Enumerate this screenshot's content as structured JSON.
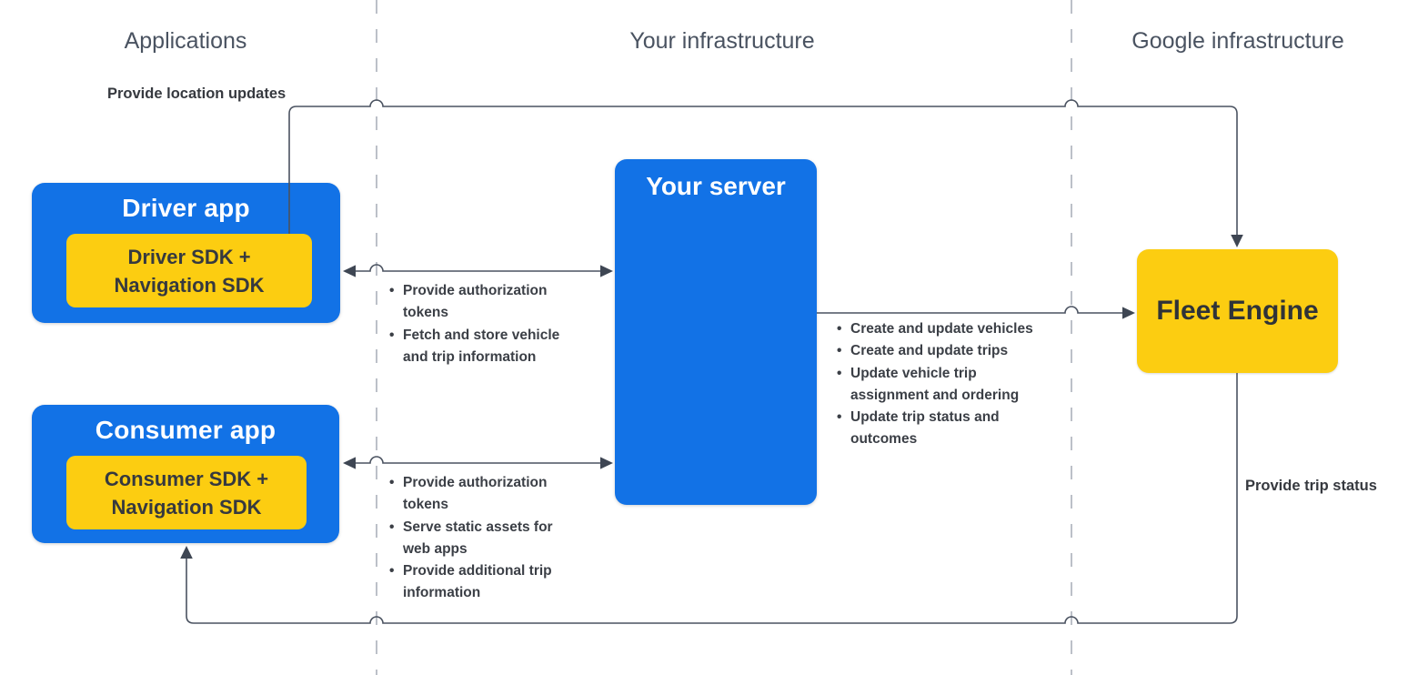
{
  "columns": {
    "applications": "Applications",
    "your_infrastructure": "Your infrastructure",
    "google_infrastructure": "Google infrastructure"
  },
  "nodes": {
    "driver_app": {
      "title": "Driver app",
      "sdk": "Driver SDK + Navigation SDK"
    },
    "consumer_app": {
      "title": "Consumer app",
      "sdk": "Consumer SDK + Navigation SDK"
    },
    "your_server": {
      "title": "Your server"
    },
    "fleet_engine": {
      "title": "Fleet Engine"
    }
  },
  "connectors": {
    "driver_to_fleet": {
      "label": "Provide location updates"
    },
    "fleet_to_consumer": {
      "label": "Provide trip status"
    },
    "driver_server": {
      "bullets": [
        "Provide authorization tokens",
        "Fetch and store vehicle and trip information"
      ]
    },
    "consumer_server": {
      "bullets": [
        "Provide authorization tokens",
        "Serve static assets for web apps",
        "Provide additional trip information"
      ]
    },
    "server_fleet": {
      "bullets": [
        "Create and update vehicles",
        "Create and update trips",
        "Update vehicle trip assignment and ordering",
        "Update trip status and outcomes"
      ]
    }
  },
  "ui": {
    "bullet_char": "•"
  },
  "colors": {
    "node_blue": "#1272e6",
    "node_yellow": "#fccd11",
    "line": "#4a5260",
    "arrowhead": "#3e4653",
    "dashed_divider": "#bcc0c8",
    "text_dark": "#36393f",
    "header_gray": "#4a5361",
    "text_light": "#ffffff"
  }
}
